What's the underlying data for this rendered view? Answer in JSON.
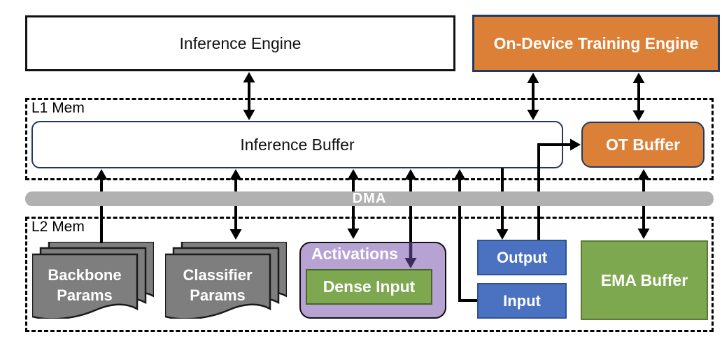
{
  "engines": {
    "inference_label": "Inference Engine",
    "training_label": "On-Device Training Engine"
  },
  "l1": {
    "label": "L1 Mem",
    "inference_buffer_label": "Inference Buffer",
    "ot_buffer_label": "OT Buffer"
  },
  "dma_label": "DMA",
  "l2": {
    "label": "L2 Mem",
    "backbone": {
      "line1": "Backbone",
      "line2": "Params"
    },
    "classifier": {
      "line1": "Classifier",
      "line2": "Params"
    },
    "activations_label": "Activations",
    "dense_input_label": "Dense Input",
    "output_label": "Output",
    "input_label": "Input",
    "ema_label": "EMA Buffer"
  },
  "colors": {
    "orange": "#dc8038",
    "navy_border": "#1f3a63",
    "blue": "#4a72c0",
    "blue_border": "#2e5395",
    "green": "#7da84f",
    "green_border": "#5a7a33",
    "purple": "#b6a2d3",
    "purple_arrow": "#3a2c5a",
    "doc_gray": "#7e7e7e",
    "dma_gray": "#b1b1b1"
  },
  "connections": [
    {
      "from": "Inference Engine",
      "to": "Inference Buffer",
      "type": "bidirectional"
    },
    {
      "from": "On-Device Training Engine",
      "to": "Inference Buffer",
      "type": "bidirectional"
    },
    {
      "from": "On-Device Training Engine",
      "to": "OT Buffer",
      "type": "bidirectional"
    },
    {
      "from": "Backbone Params",
      "to": "Inference Buffer",
      "type": "unidirectional"
    },
    {
      "from": "Classifier Params",
      "to": "Inference Buffer",
      "type": "bidirectional"
    },
    {
      "from": "Activations",
      "to": "Inference Buffer",
      "type": "bidirectional"
    },
    {
      "from": "Inference Buffer",
      "to": "Dense Input",
      "type": "bidirectional"
    },
    {
      "from": "Input",
      "to": "Inference Buffer",
      "type": "unidirectional"
    },
    {
      "from": "Inference Buffer",
      "to": "Output",
      "type": "unidirectional"
    },
    {
      "from": "Output",
      "to": "OT Buffer",
      "type": "unidirectional"
    },
    {
      "from": "OT Buffer",
      "to": "EMA Buffer",
      "type": "bidirectional"
    }
  ]
}
